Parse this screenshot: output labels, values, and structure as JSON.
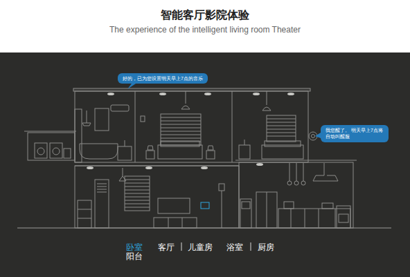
{
  "diagram": {
    "title": "智能客厅影院体验",
    "nodes": [
      {
        "text": [
          "好的，已为您设置明天早上7点的音乐"
        ]
      },
      {
        "text": [
          "我您醒了。 明天早上7点将自动叫醒服"
        ]
      }
    ],
    "labels": [
      "The experience of the intelligent living room Theater",
      "卧室",
      "阳台",
      "客厅",
      "儿童房",
      "浴室",
      "厨房"
    ]
  }
}
